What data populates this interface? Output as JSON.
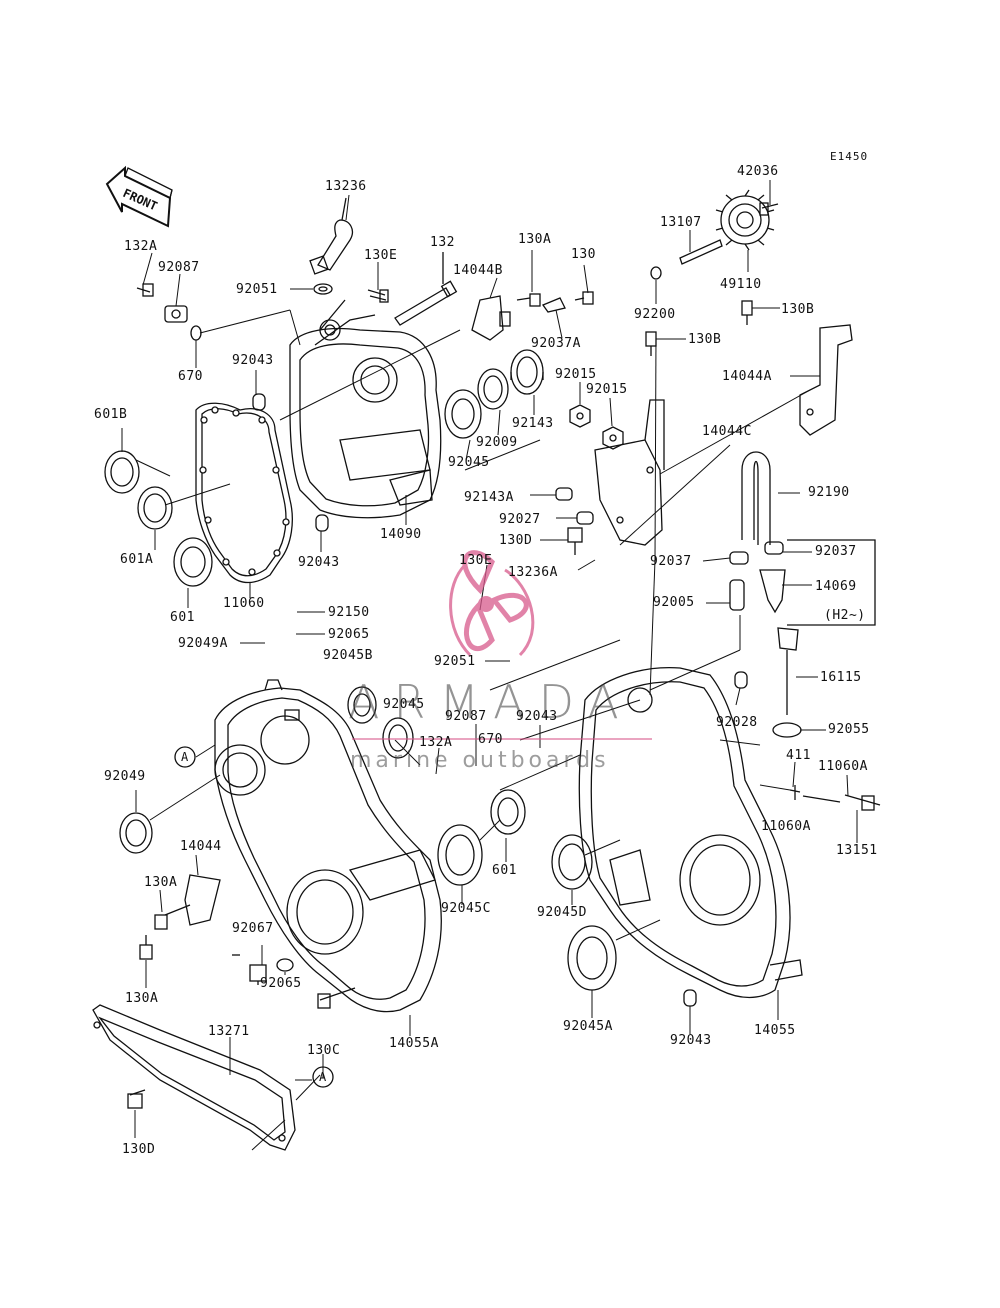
{
  "diagram": {
    "code": "E1450",
    "front_label": "FRONT",
    "note": "(H2~)",
    "ref_marker": "A"
  },
  "watermark": {
    "title": "ARMADA",
    "subtitle": "marine outboards",
    "logo_color": "#d85a8c"
  },
  "labels": {
    "l13236": "13236",
    "l132A_top": "132A",
    "l92087_top": "92087",
    "l130E_top": "130E",
    "l92051_top": "92051",
    "l670_top": "670",
    "l92043_a": "92043",
    "l132": "132",
    "l130A_top": "130A",
    "l130": "130",
    "l14044B": "14044B",
    "l92037A": "92037A",
    "l13107": "13107",
    "l92200": "92200",
    "l42036": "42036",
    "l49110": "49110",
    "l130B_a": "130B",
    "l130B_b": "130B",
    "l14044A": "14044A",
    "l601B": "601B",
    "l92045_a": "92045",
    "l92009": "92009",
    "l92143": "92143",
    "l92015_a": "92015",
    "l92015_b": "92015",
    "l14044C": "14044C",
    "l601A": "601A",
    "l601_top": "601",
    "l11060": "11060",
    "l92043_b": "92043",
    "l14090": "14090",
    "l92143A": "92143A",
    "l92027": "92027",
    "l130D_a": "130D",
    "l92190": "92190",
    "l92037_a": "92037",
    "l92037_b": "92037",
    "l14069": "14069",
    "l92005": "92005",
    "l130E_b": "130E",
    "l13236A": "13236A",
    "l92150": "92150",
    "l92049A": "92049A",
    "l92065_a": "92065",
    "l92045B": "92045B",
    "l92051_b": "92051",
    "l16115": "16115",
    "l92045_b": "92045",
    "l92087_b": "92087",
    "l92043_c": "92043",
    "l92028": "92028",
    "l92055": "92055",
    "l132A_b": "132A",
    "l670_b": "670",
    "l411": "411",
    "l11060A_a": "11060A",
    "l11060A_b": "11060A",
    "l13151": "13151",
    "l92049": "92049",
    "l601_b": "601",
    "l14044": "14044",
    "l130A_b": "130A",
    "l92045C": "92045C",
    "l92045D": "92045D",
    "l92067": "92067",
    "l130A_c": "130A",
    "l92065_b": "92065",
    "l14055A": "14055A",
    "l92045A": "92045A",
    "l92043_d": "92043",
    "l14055": "14055",
    "l13271": "13271",
    "l130C": "130C",
    "l130D_b": "130D"
  }
}
